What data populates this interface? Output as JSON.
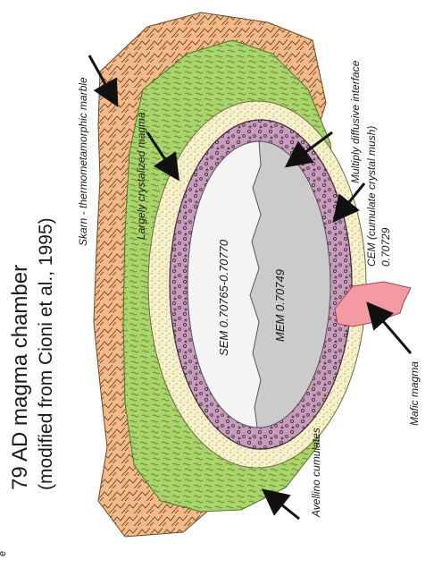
{
  "title": {
    "line1": "79 AD magma chamber",
    "line2": "(modified from Cioni et al., 1995)"
  },
  "labels": {
    "skarn": "Skarn - thermometamorphic marble",
    "crystallized": "Largely crystalized magma",
    "interface": "Multiply diffusive interface",
    "cem_line1": "CEM (cumulate crystal mush)",
    "cem_line2": "0.70729",
    "sem": "SEM 0.70765-0.70770",
    "mem": "MEM 0.70749",
    "mafic": "Mafic magma",
    "avellino": "Avellino cumulates"
  },
  "corner_mark": "e",
  "colors": {
    "skarn": "#f3b986",
    "crystallized": "#a9d46a",
    "avellino": "#f6f1c6",
    "cem": "#c69bbb",
    "sem": "#f4f4f4",
    "mem": "#cbcbcb",
    "mafic": "#f39aa2"
  }
}
